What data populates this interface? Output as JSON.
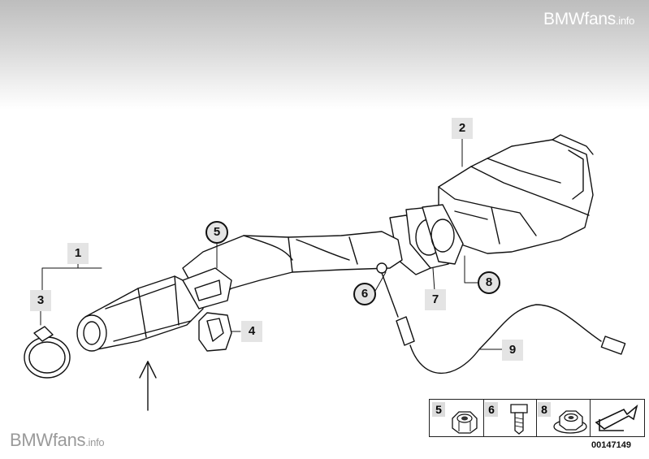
{
  "watermark": {
    "brand": "BMWfans",
    "suffix": ".info"
  },
  "callouts": [
    "1",
    "2",
    "3",
    "4",
    "5",
    "6",
    "7",
    "8",
    "9"
  ],
  "legend": {
    "items": [
      "5",
      "6",
      "8"
    ]
  },
  "reference_number": "00147149"
}
